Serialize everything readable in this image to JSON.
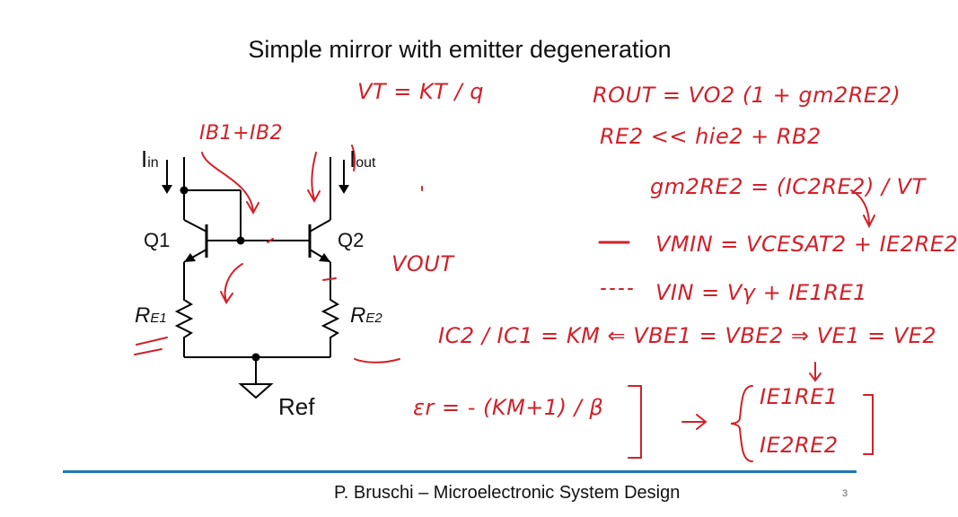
{
  "title": "Simple mirror with emitter degeneration",
  "circuit": {
    "iin_label": "I",
    "iin_sub": "in",
    "iout_label": "I",
    "iout_sub": "out",
    "q1": "Q1",
    "q2": "Q2",
    "re1_label": "R",
    "re1_sub": "E1",
    "re2_label": "R",
    "re2_sub": "E2",
    "ref": "Ref"
  },
  "annotations": {
    "vt_formula": "VT = KT / q",
    "ib_sum": "IB1+IB2",
    "vout": "VOUT",
    "rout_formula": "ROUT = VO2 (1 + gm2RE2)",
    "re2_condition": "RE2 << hie2 + RB2",
    "gm_formula": "gm2RE2 = (IC2RE2) / VT",
    "vmin_formula": "VMIN = VCESAT2 + IE2RE2",
    "vin_formula": "VIN = Vγ + IE1RE1",
    "ratio_formula": "IC2 / IC1 = KM ⇐ VBE1 = VBE2 ⇒ VE1 = VE2",
    "error_formula": "εr = - (KM+1) / β",
    "ie1re1": "IE1RE1",
    "ie2re2": "IE2RE2"
  },
  "footer": {
    "text": "P. Bruschi – Microelectronic System Design",
    "page": "3"
  },
  "colors": {
    "ink": "#d0212a",
    "rule": "#1f78b4",
    "schematic": "#000000"
  }
}
